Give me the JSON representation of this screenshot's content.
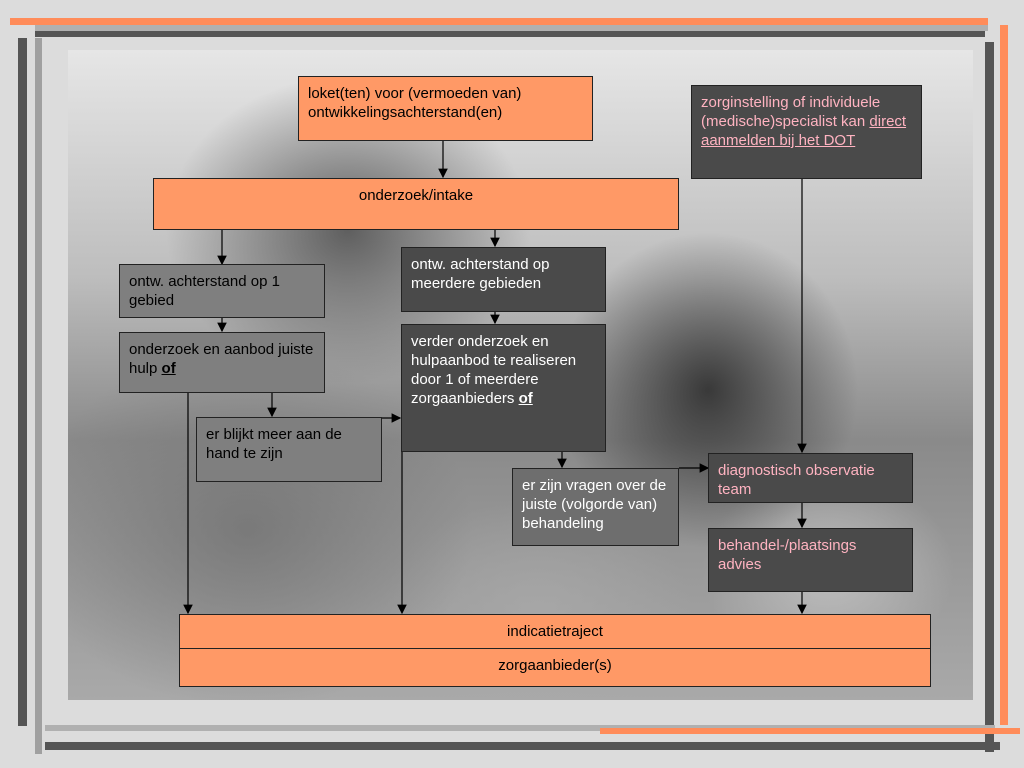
{
  "boxes": {
    "loket": "loket(ten) voor (vermoeden van) ontwikkelingsachterstand(en)",
    "zorginstelling_pre": "zorginstelling of individuele (medische)specialist kan ",
    "zorginstelling_link": "direct aanmelden bij het DOT",
    "onderzoek_intake": "onderzoek/intake",
    "achterstand_1": "ontw. achterstand op 1 gebied",
    "achterstand_meer": "ontw. achterstand op meerdere gebieden",
    "onderzoek_aanbod": "onderzoek en aanbod juiste hulp ",
    "of1": "of",
    "verder_onderzoek": "verder onderzoek en hulpaanbod te realiseren door 1 of meerdere zorgaanbieders  ",
    "of2": "of",
    "meer_aan_hand": "er blijkt meer aan de hand te zijn",
    "vragen": "er zijn vragen over de juiste (volgorde van) behandeling",
    "dot": "diagnostisch observatie team",
    "advies": "behandel-/plaatsings advies",
    "indicatietraject": "indicatietraject",
    "zorgaanbieders": "zorgaanbieder(s)"
  },
  "colors": {
    "orange": "#ff9966",
    "gray_box": "#7f7f7f",
    "dark_box": "#4a4a4a",
    "pink_text": "#ffb3c1",
    "frame_orange": "#ff8c5a",
    "frame_gray": "#555555"
  }
}
